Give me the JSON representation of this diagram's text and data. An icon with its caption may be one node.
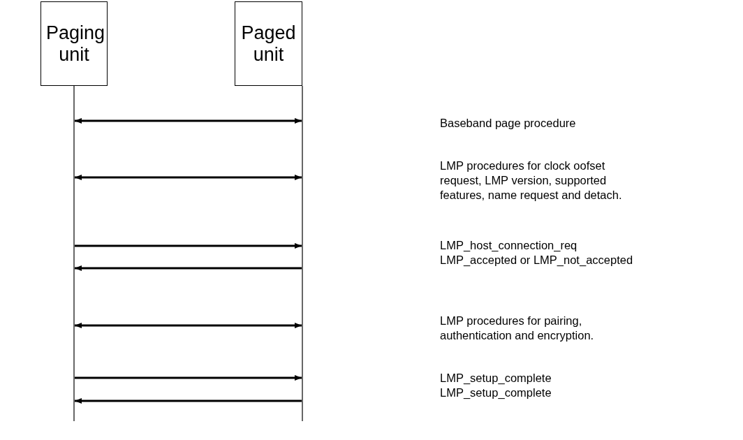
{
  "diagram": {
    "nodes": [
      {
        "text": [
          "Paging unit"
        ]
      },
      {
        "text": [
          "Paged unit"
        ]
      }
    ],
    "edges": [
      {
        "from": 0,
        "to": 1,
        "arrow": "both"
      },
      {
        "from": 0,
        "to": 1,
        "arrow": "both"
      },
      {
        "from": 0,
        "to": 1,
        "arrow": "to"
      },
      {
        "from": 1,
        "to": 0,
        "arrow": "to"
      },
      {
        "from": 0,
        "to": 1,
        "arrow": "both"
      },
      {
        "from": 0,
        "to": 1,
        "arrow": "to"
      },
      {
        "from": 1,
        "to": 0,
        "arrow": "to"
      }
    ],
    "labels": [
      "Baseband page procedure",
      "LMP procedures for clock oofset request, LMP version, supported features, name request and detach.",
      "LMP_host_connection_req",
      "LMP_accepted or LMP_not_accepted",
      "LMP procedures for pairing, authentication and encryption.",
      "LMP_setup_complete",
      "LMP_setup_complete"
    ]
  }
}
